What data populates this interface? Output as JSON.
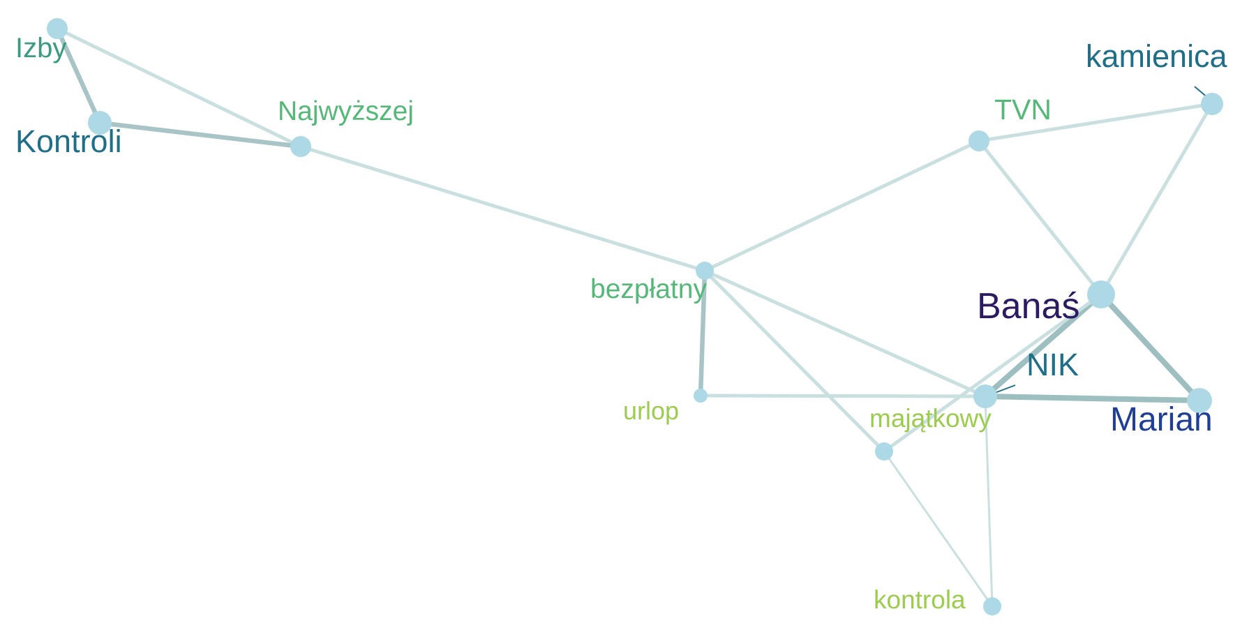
{
  "graph": {
    "nodes": [
      {
        "id": "izby",
        "label": "Izby",
        "color": "#3a9b82"
      },
      {
        "id": "kontroli",
        "label": "Kontroli",
        "color": "#1e6f87"
      },
      {
        "id": "najwyzszej",
        "label": "Najwyższej",
        "color": "#55b878"
      },
      {
        "id": "bezplatny",
        "label": "bezpłatny",
        "color": "#55b878"
      },
      {
        "id": "tvn",
        "label": "TVN",
        "color": "#55b878"
      },
      {
        "id": "kamienica",
        "label": "kamienica",
        "color": "#1e6f87"
      },
      {
        "id": "banas",
        "label": "Banaś",
        "color": "#2d1b62"
      },
      {
        "id": "nik",
        "label": "NIK",
        "color": "#1e6f87"
      },
      {
        "id": "marian",
        "label": "Marian",
        "color": "#1f3f96"
      },
      {
        "id": "urlop",
        "label": "urlop",
        "color": "#9ccc4e"
      },
      {
        "id": "majatkowy",
        "label": "majątkowy",
        "color": "#9ccc4e"
      },
      {
        "id": "kontrola",
        "label": "kontrola",
        "color": "#9ccc4e"
      }
    ],
    "edges": [
      {
        "source": "izby",
        "target": "kontroli",
        "weight": 3
      },
      {
        "source": "izby",
        "target": "najwyzszej",
        "weight": 2
      },
      {
        "source": "kontroli",
        "target": "najwyzszej",
        "weight": 3
      },
      {
        "source": "najwyzszej",
        "target": "bezplatny",
        "weight": 2
      },
      {
        "source": "bezplatny",
        "target": "tvn",
        "weight": 2
      },
      {
        "source": "bezplatny",
        "target": "urlop",
        "weight": 3
      },
      {
        "source": "bezplatny",
        "target": "nik",
        "weight": 2
      },
      {
        "source": "bezplatny",
        "target": "majatkowy",
        "weight": 2
      },
      {
        "source": "tvn",
        "target": "kamienica",
        "weight": 2
      },
      {
        "source": "tvn",
        "target": "banas",
        "weight": 2
      },
      {
        "source": "kamienica",
        "target": "banas",
        "weight": 2
      },
      {
        "source": "banas",
        "target": "nik",
        "weight": 4
      },
      {
        "source": "banas",
        "target": "marian",
        "weight": 4
      },
      {
        "source": "banas",
        "target": "majatkowy",
        "weight": 2
      },
      {
        "source": "nik",
        "target": "marian",
        "weight": 4
      },
      {
        "source": "urlop",
        "target": "nik",
        "weight": 2
      },
      {
        "source": "nik",
        "target": "kontrola",
        "weight": 1
      },
      {
        "source": "majatkowy",
        "target": "kontrola",
        "weight": 1
      }
    ],
    "node_fill": "#add8e6",
    "edge_colors": [
      "#c9dfe0",
      "#c9dfe0",
      "#a8c4c6",
      "#9dbfc0"
    ]
  }
}
